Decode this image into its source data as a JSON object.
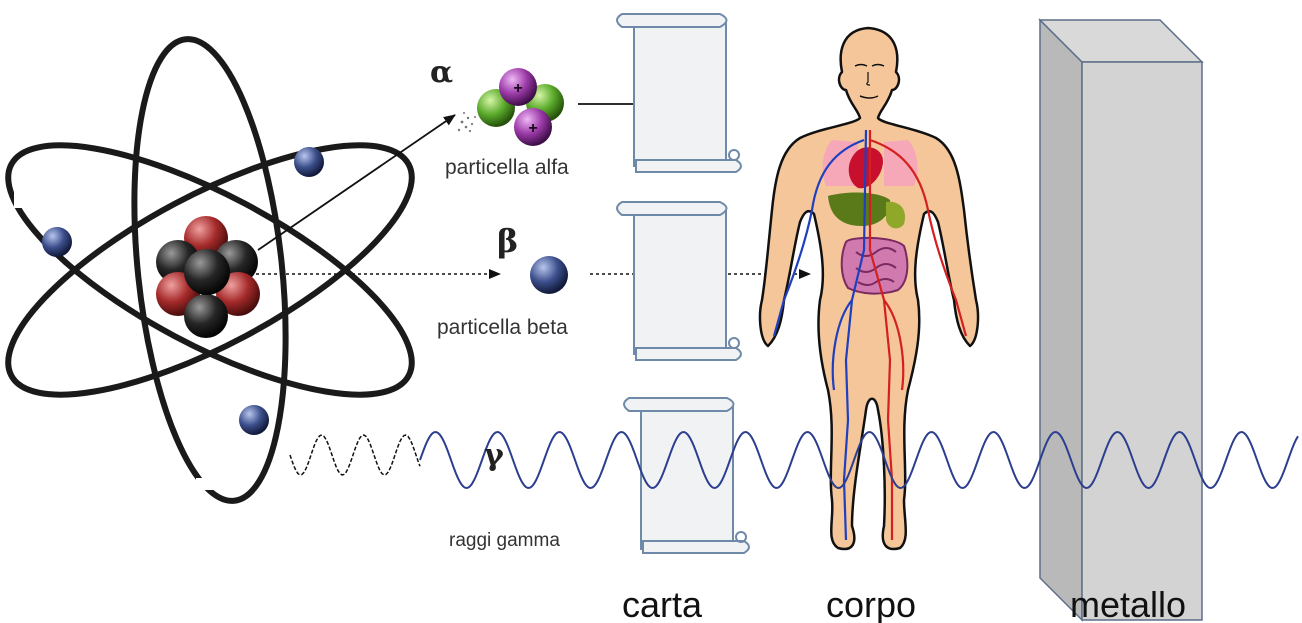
{
  "particles": {
    "alpha": {
      "symbol": "α",
      "label": "particella alfa"
    },
    "beta": {
      "symbol": "β",
      "label": "particella beta"
    },
    "gamma": {
      "symbol": "γ",
      "label": "raggi gamma"
    }
  },
  "barriers": {
    "paper": "carta",
    "body": "corpo",
    "metal": "metallo"
  },
  "icons": {
    "atom": "atom-icon",
    "paper": "paper-sheet-icon",
    "body": "human-body-icon",
    "metal": "metal-block-icon"
  },
  "colors": {
    "orbit": "#1a1a1a",
    "electron": "#3c4f8c",
    "proton": "#a52a2a",
    "neutron": "#1f1f1f",
    "alpha_green": "#5aaa2a",
    "alpha_purple": "#9b3aa8",
    "wave": "#2c3e8f",
    "paper_fill": "#f1f2f4",
    "metal_front": "#d3d3d3",
    "metal_side": "#b9b9b9",
    "skin": "#f4c69a",
    "vein": "#1f3fbf",
    "artery": "#d42020"
  }
}
